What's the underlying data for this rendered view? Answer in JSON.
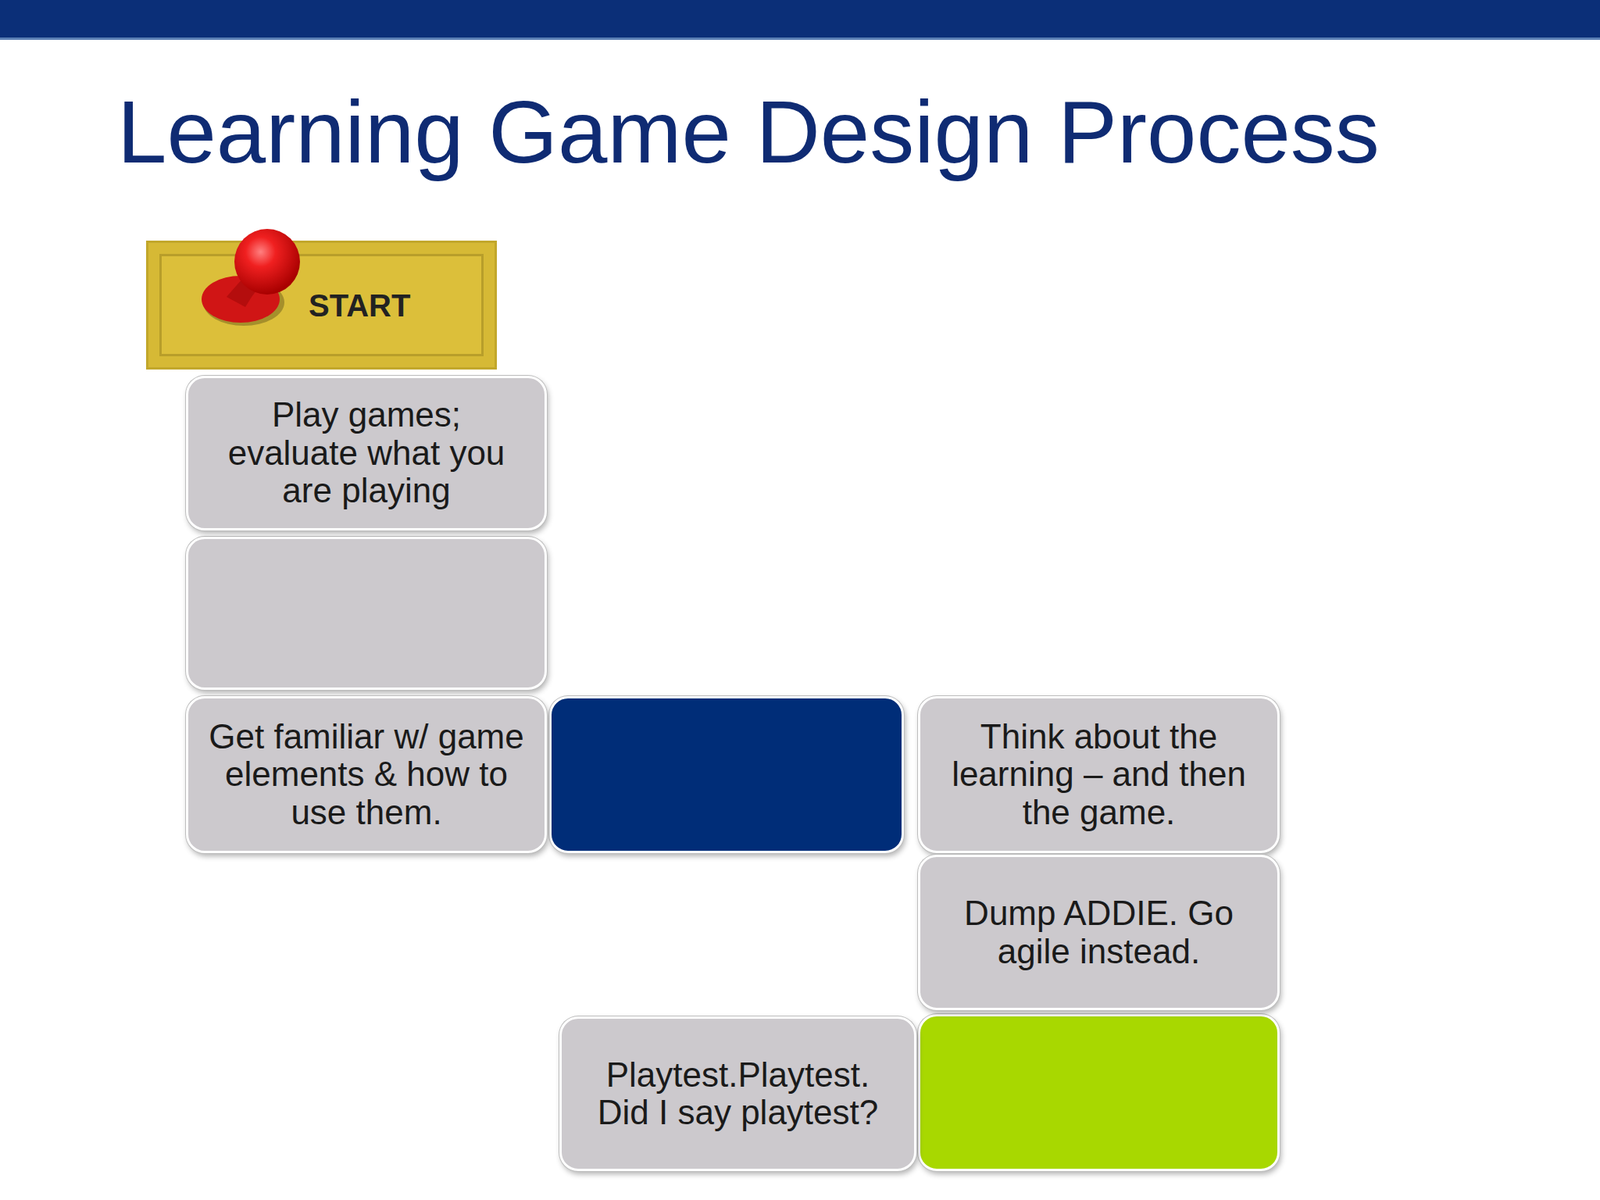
{
  "diagram": {
    "title": "Learning Game Design Process",
    "nodes": [
      {
        "text": [
          "START"
        ]
      },
      {
        "text": [
          "Play games; evaluate what you are playing"
        ]
      },
      {
        "text": [
          "Get familiar w/ game elements & how to use them."
        ]
      },
      {
        "text": [
          "Think about the learning – and then the game."
        ]
      },
      {
        "text": [
          "Dump ADDIE. Go agile instead."
        ]
      },
      {
        "text": [
          "Playtest.Playtest. Did I say playtest?"
        ]
      }
    ]
  }
}
